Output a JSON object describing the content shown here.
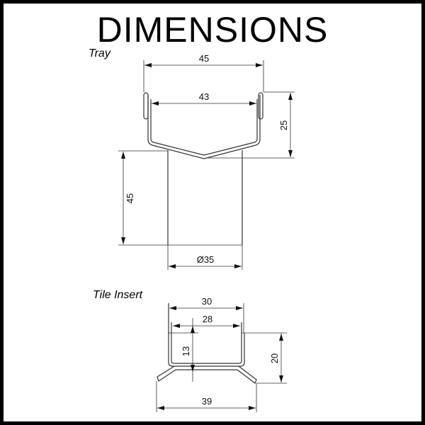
{
  "title": "DIMENSIONS",
  "tray": {
    "label": "Tray",
    "dims": {
      "top_outer": "45",
      "top_inner": "43",
      "height": "25",
      "tube_length": "45",
      "tube_diameter": "Ø35"
    }
  },
  "tile_insert": {
    "label": "Tile Insert",
    "dims": {
      "outer_width": "30",
      "inner_width": "28",
      "inner_depth": "13",
      "height": "20",
      "flange_width": "39"
    }
  }
}
